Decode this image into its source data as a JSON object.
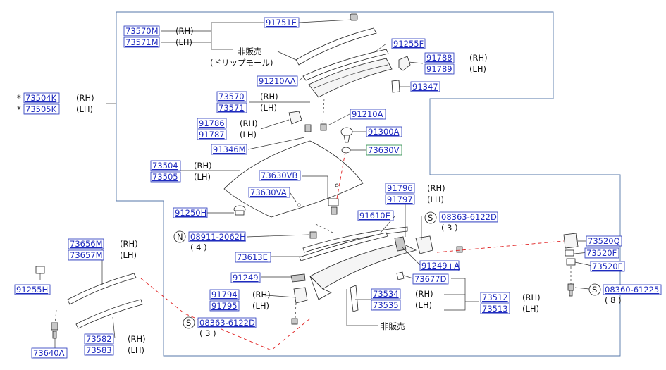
{
  "labels": {
    "p73504K": "73504K",
    "p73504K_side": "(RH)",
    "p73504K_star": "*",
    "p73505K": "73505K",
    "p73505K_side": "(LH)",
    "p73505K_star": "*",
    "p73570M": "73570M",
    "p73570M_side": "(RH)",
    "p73571M": "73571M",
    "p73571M_side": "(LH)",
    "p91751E": "91751E",
    "not_for_sale_1": "非販売",
    "drip_molding": "(ドリップモール)",
    "p91255F": "91255F",
    "p91788": "91788",
    "p91788_side": "(RH)",
    "p91789": "91789",
    "p91789_side": "(LH)",
    "p91210AA": "91210AA",
    "p91347": "91347",
    "p73570": "73570",
    "p73570_side": "(RH)",
    "p73571": "73571",
    "p73571_side": "(LH)",
    "p91210A": "91210A",
    "p91786": "91786",
    "p91786_side": "(RH)",
    "p91787": "91787",
    "p91787_side": "(LH)",
    "p91300A": "91300A",
    "p91346M": "91346M",
    "p73630V": "73630V",
    "p73504": "73504",
    "p73504_side": "(RH)",
    "p73505": "73505",
    "p73505_side": "(LH)",
    "p73630VB": "73630VB",
    "p73630VA": "73630VA",
    "p91796": "91796",
    "p91796_side": "(RH)",
    "p91797": "91797",
    "p91797_side": "(LH)",
    "p91250H": "91250H",
    "s08363_top": "08363-6122D",
    "s08363_top_qty": "( 3 )",
    "s08363_top_sym": "S",
    "p91610E": "91610E",
    "n08911": "08911-2062H",
    "n08911_qty": "( 4 )",
    "n08911_sym": "N",
    "p73520Q": "73520Q",
    "p73520F_1": "73520F",
    "p73520F_2": "73520F",
    "p73613E": "73613E",
    "p91249A": "91249+A",
    "s08360": "08360-61225",
    "s08360_qty": "( 8 )",
    "s08360_sym": "S",
    "p73656M": "73656M",
    "p73656M_side": "(RH)",
    "p73657M": "73657M",
    "p73657M_side": "(LH)",
    "p91249": "91249",
    "p73677D": "73677D",
    "p91255H": "91255H",
    "p91794": "91794",
    "p91794_side": "(RH)",
    "p91795": "91795",
    "p91795_side": "(LH)",
    "p73534": "73534",
    "p73534_side": "(RH)",
    "p73535": "73535",
    "p73535_side": "(LH)",
    "p73512": "73512",
    "p73512_side": "(RH)",
    "p73513": "73513",
    "p73513_side": "(LH)",
    "s08363_bot": "08363-6122D",
    "s08363_bot_qty": "( 3 )",
    "s08363_bot_sym": "S",
    "not_for_sale_2": "非販売",
    "p73582": "73582",
    "p73582_side": "(RH)",
    "p73583": "73583",
    "p73583_side": "(LH)",
    "p73640A": "73640A"
  },
  "colors": {
    "part_number_text": "#1f2bbf",
    "part_number_box": "#2233bb",
    "callout_dash": "#e02020",
    "frame": "#5577aa"
  }
}
